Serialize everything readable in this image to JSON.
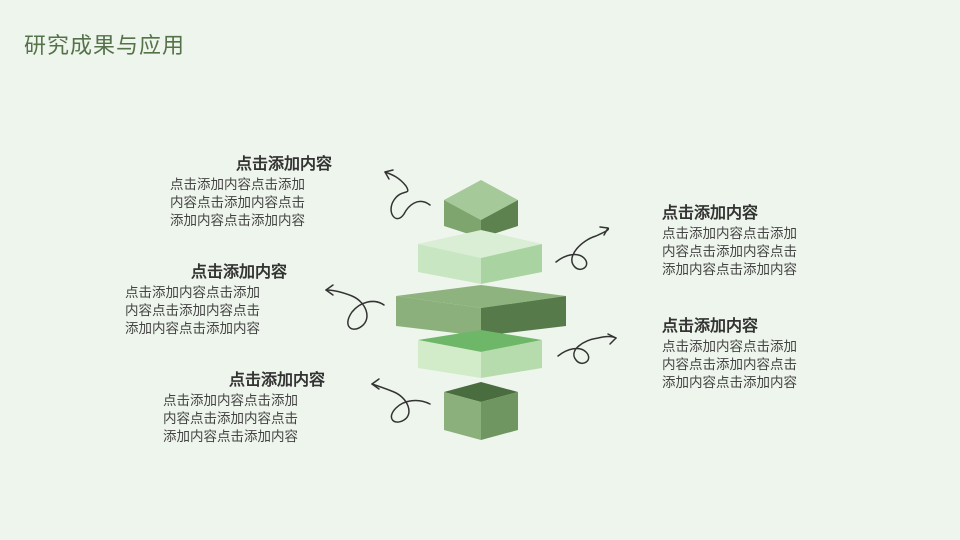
{
  "header": {
    "title": "研究成果与应用"
  },
  "items": [
    {
      "heading": "点击添加内容",
      "lines": [
        "点击添加内容点击添加",
        "内容点击添加内容点击",
        "添加内容点击添加内容"
      ]
    },
    {
      "heading": "点击添加内容",
      "lines": [
        "点击添加内容点击添加",
        "内容点击添加内容点击",
        "添加内容点击添加内容"
      ]
    },
    {
      "heading": "点击添加内容",
      "lines": [
        "点击添加内容点击添加",
        "内容点击添加内容点击",
        "添加内容点击添加内容"
      ]
    },
    {
      "heading": "点击添加内容",
      "lines": [
        "点击添加内容点击添加",
        "内容点击添加内容点击",
        "添加内容点击添加内容"
      ]
    },
    {
      "heading": "点击添加内容",
      "lines": [
        "点击添加内容点击添加",
        "内容点击添加内容点击",
        "添加内容点击添加内容"
      ]
    }
  ],
  "colors": {
    "background": "#eef5ec",
    "dark_green": "#5a7d4d",
    "mid_green": "#8fb57e",
    "light_green": "#c7e4c0",
    "title": "#55734a"
  },
  "icons": [
    "curly-arrow-icon"
  ]
}
